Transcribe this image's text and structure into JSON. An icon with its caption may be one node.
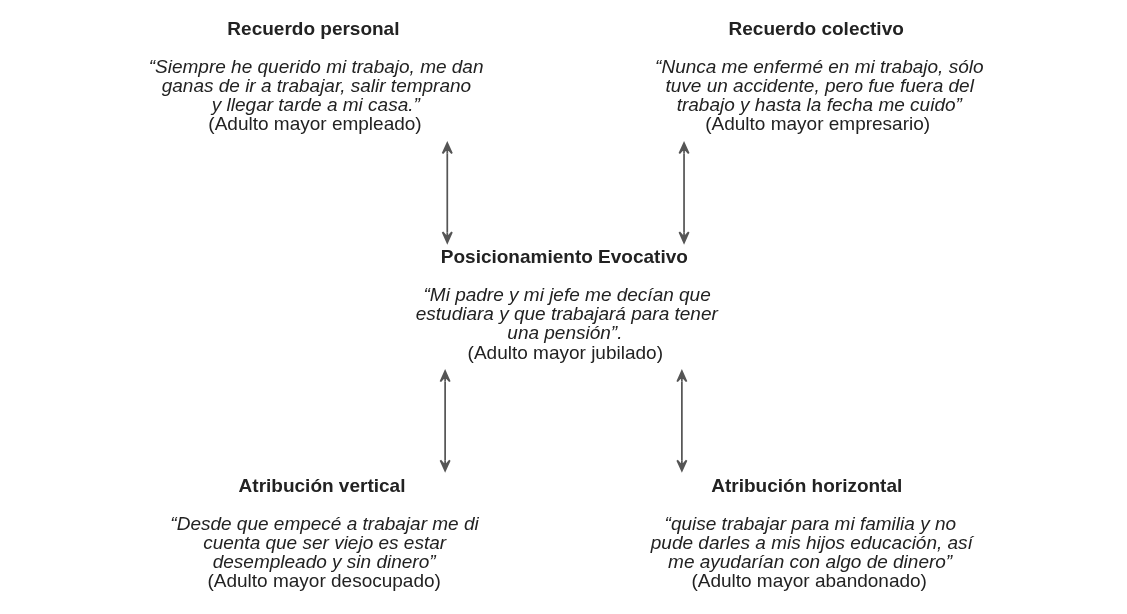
{
  "diagram": {
    "nodes": [
      {
        "text": [
          "Recuerdo personal",
          "“Siempre he querido mi trabajo, me dan ganas de ir a trabajar, salir temprano y llegar tarde a mi casa.”",
          "(Adulto mayor empleado)"
        ]
      },
      {
        "text": [
          "Recuerdo colectivo",
          "“Nunca me enfermé en mi trabajo, sólo tuve un accidente, pero fue fuera del trabajo y hasta la fecha me cuido”",
          "(Adulto mayor empresario)"
        ]
      },
      {
        "text": [
          "Posicionamiento Evocativo",
          "“Mi padre y mi jefe me decían que estudiara y que trabajará para tener una pensión”.",
          "(Adulto mayor jubilado)"
        ]
      },
      {
        "text": [
          "Atribución vertical",
          "“Desde que empecé a trabajar me di cuenta que ser viejo es estar desempleado y sin dinero”",
          "(Adulto mayor desocupado)"
        ]
      },
      {
        "text": [
          "Atribución horizontal",
          "“quise trabajar para mi familia y no pude darles a mis hijos educación, así me ayudarían con algo de dinero”",
          "(Adulto mayor abandonado)"
        ]
      }
    ],
    "edges": [
      {
        "from": 0,
        "to": 2,
        "arrow": "both"
      },
      {
        "from": 1,
        "to": 2,
        "arrow": "both"
      },
      {
        "from": 2,
        "to": 3,
        "arrow": "both"
      },
      {
        "from": 2,
        "to": 4,
        "arrow": "both"
      }
    ]
  }
}
